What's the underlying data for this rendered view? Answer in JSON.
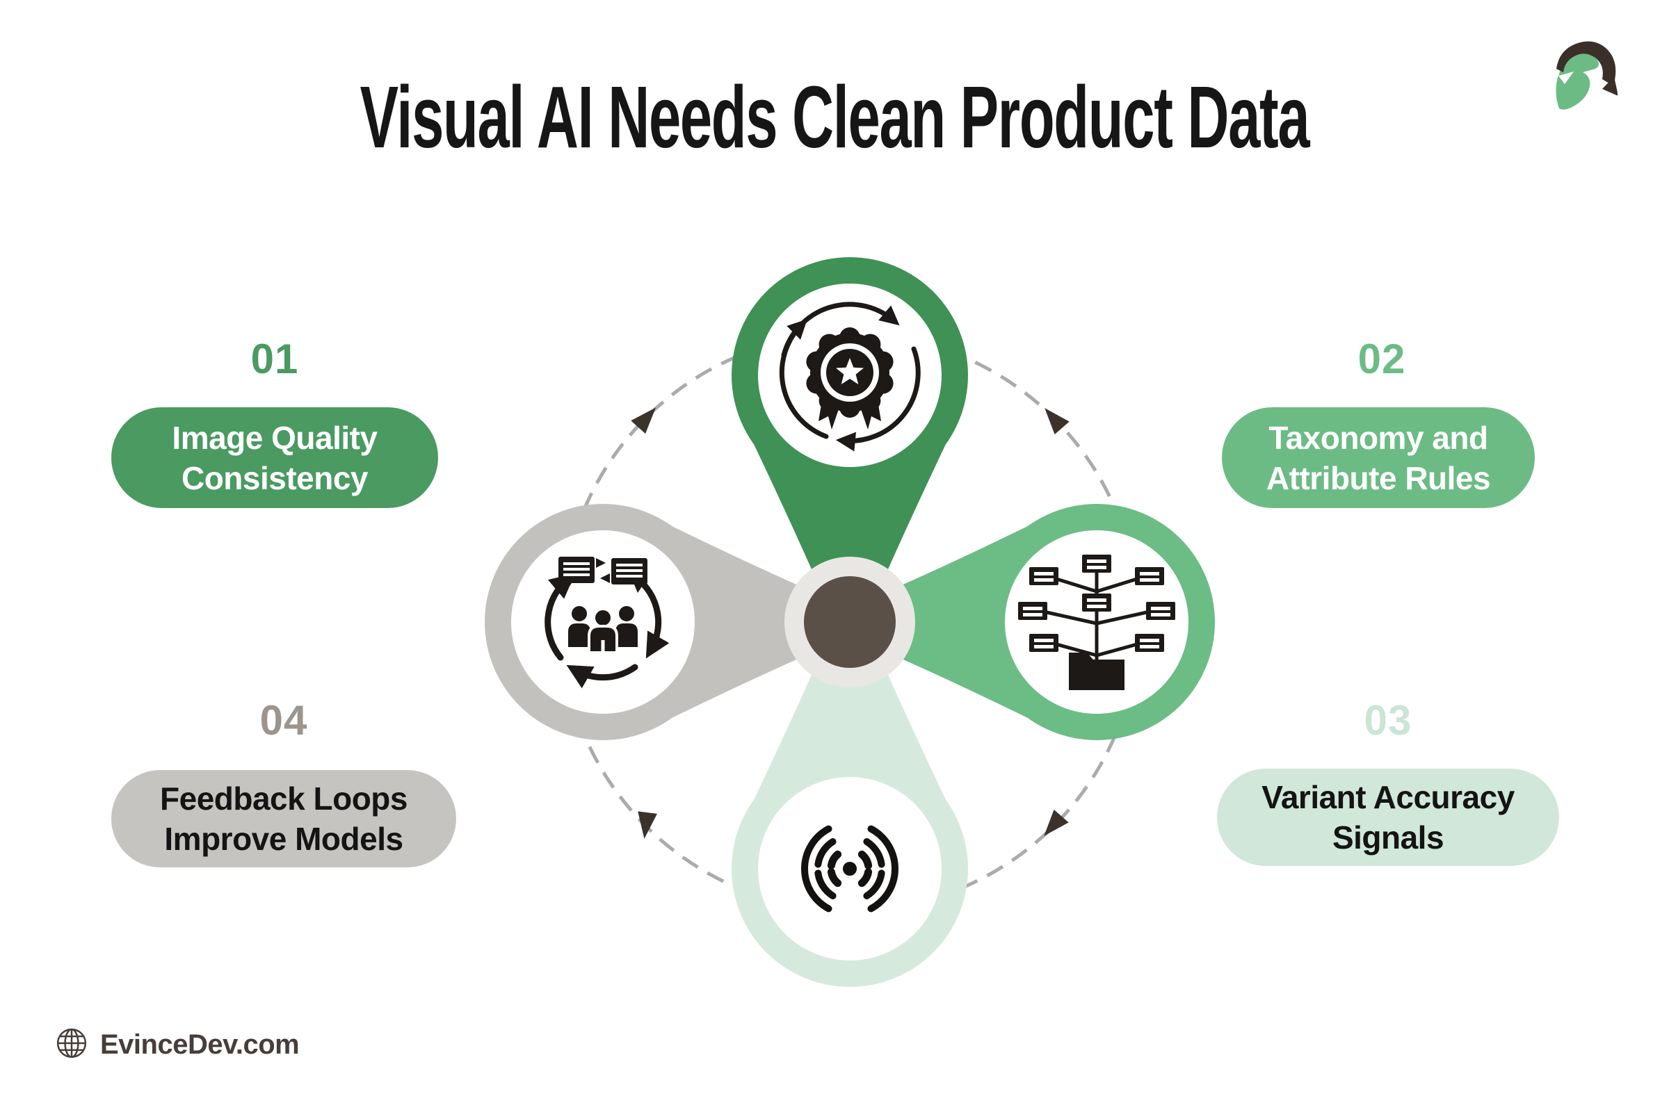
{
  "title": "Visual AI Needs Clean Product Data",
  "logo": {
    "name": "evincedev-spartan-helmet-logo",
    "crest_color": "#3A2F29",
    "helmet_color": "#6CBB85"
  },
  "footer": {
    "website": "EvinceDev.com",
    "icon": "globe-icon",
    "text_color": "#473E3A"
  },
  "diagram": {
    "center": {
      "disc_color": "#5B5048",
      "ring_color": "#E9E7E3"
    },
    "orbit": {
      "dash_color": "#ABABAB",
      "arrow_color": "#3B322C"
    },
    "items": [
      {
        "number": "01",
        "label_line1": "Image Quality",
        "label_line2": "Consistency",
        "pill_color": "#4A9A62",
        "pill_text_color": "#FFFFFF",
        "number_color": "#4A9A62",
        "node_color": "#3F9156",
        "node_position": "top",
        "icon": "quality-badge-sync-icon"
      },
      {
        "number": "02",
        "label_line1": "Taxonomy and",
        "label_line2": "Attribute Rules",
        "pill_color": "#6CBB85",
        "pill_text_color": "#FFFFFF",
        "number_color": "#6CBB85",
        "node_color": "#6CBC86",
        "node_position": "right",
        "icon": "taxonomy-folder-tree-icon"
      },
      {
        "number": "03",
        "label_line1": "Variant Accuracy",
        "label_line2": "Signals",
        "pill_color": "#D0E7DA",
        "pill_text_color": "#141414",
        "number_color": "#CBE5D5",
        "node_color": "#D6E9DD",
        "node_position": "bottom",
        "icon": "signal-broadcast-icon"
      },
      {
        "number": "04",
        "label_line1": "Feedback Loops",
        "label_line2": "Improve Models",
        "pill_color": "#C6C4C1",
        "pill_text_color": "#141414",
        "number_color": "#9C948E",
        "node_color": "#C2C1BE",
        "node_position": "left",
        "icon": "feedback-people-loop-icon"
      }
    ]
  }
}
